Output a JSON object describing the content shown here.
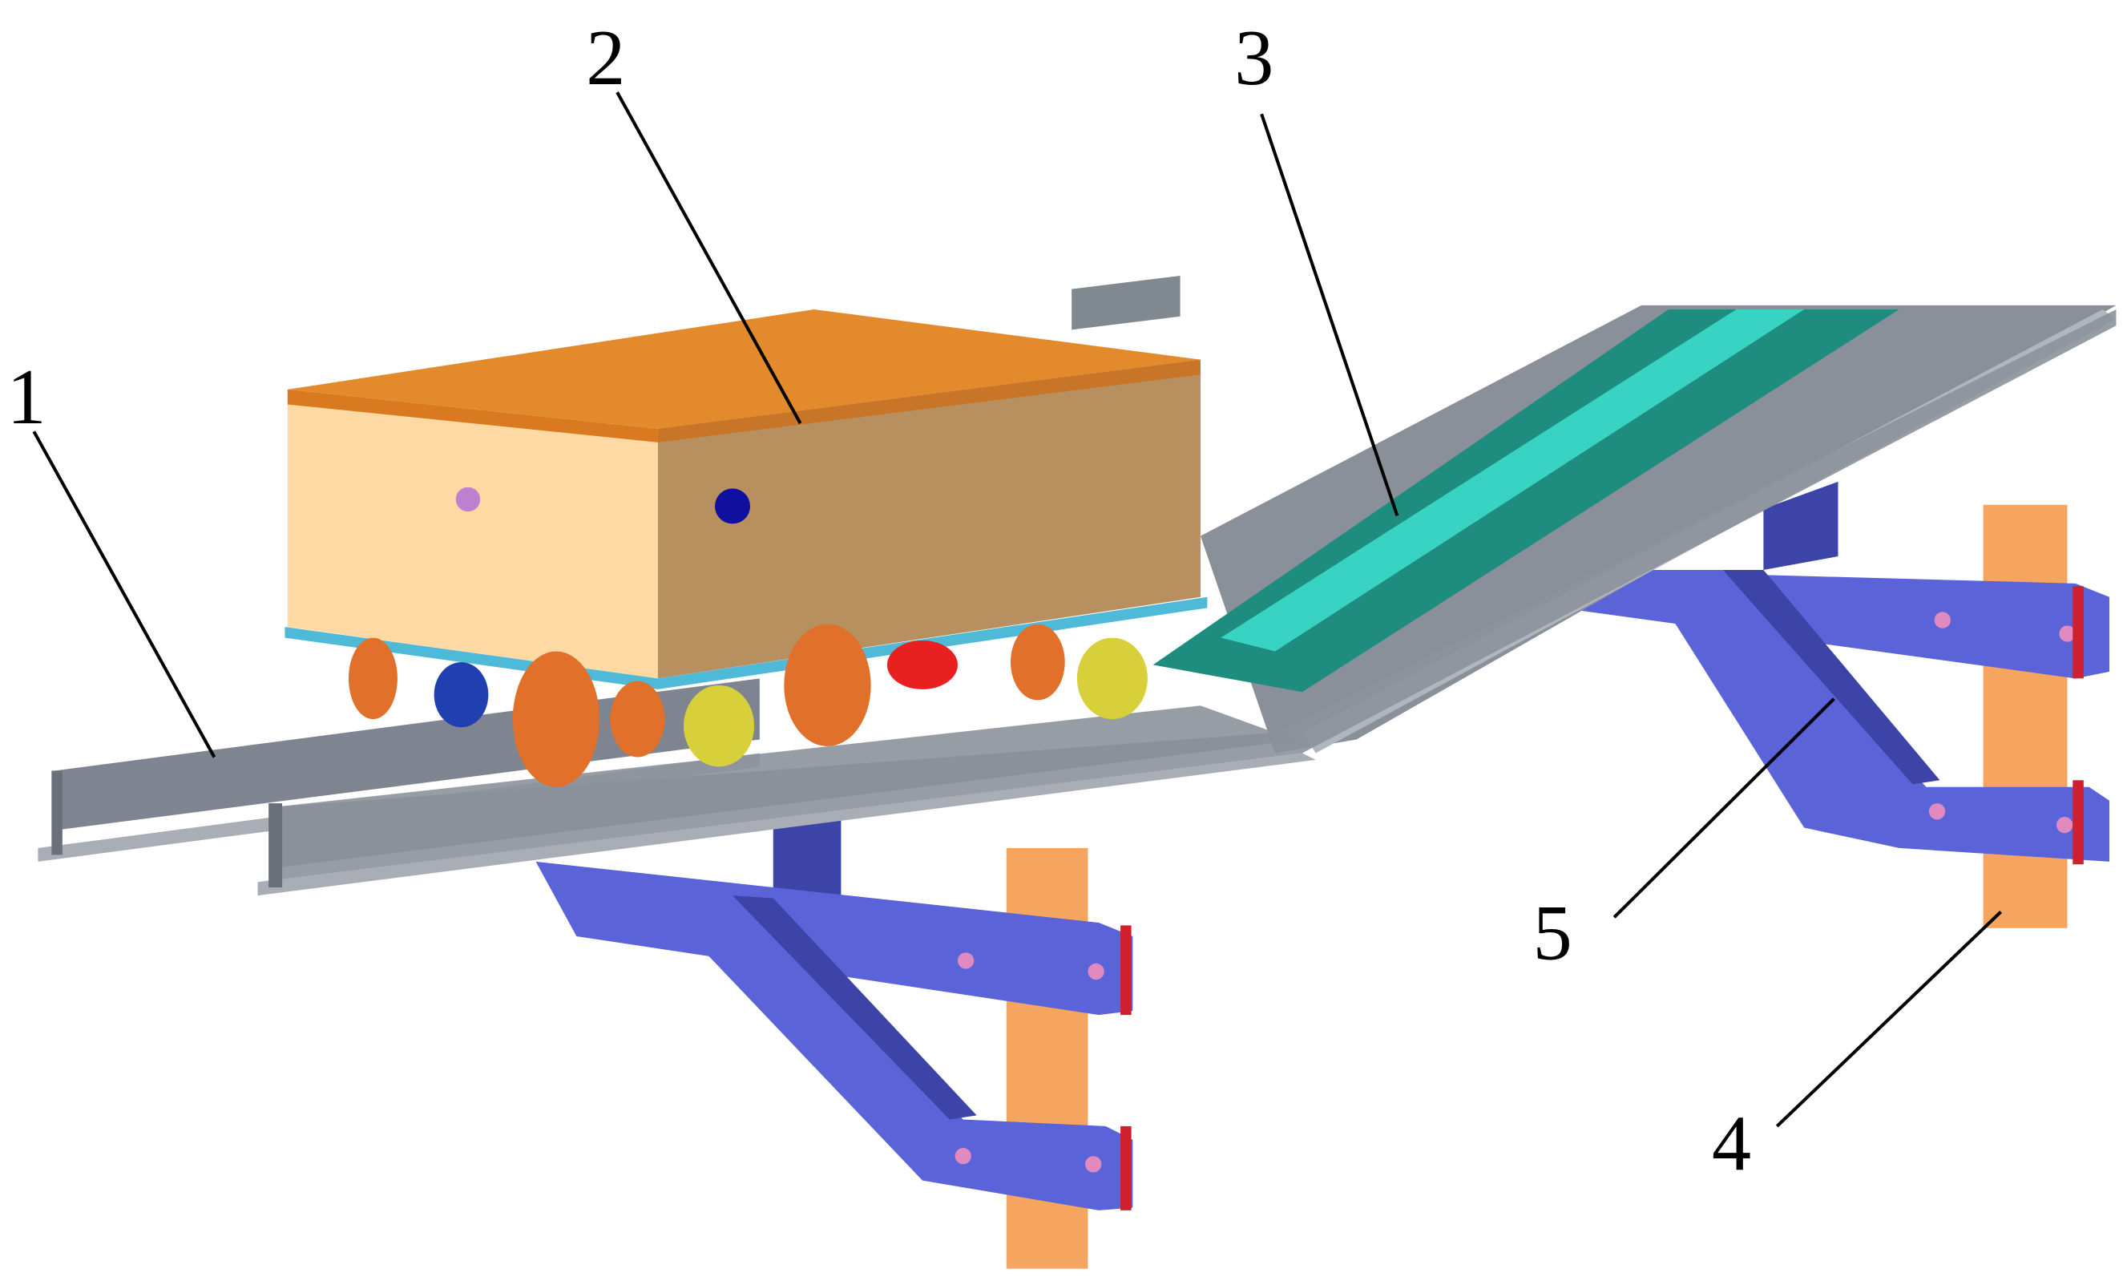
{
  "figure": {
    "callouts": [
      {
        "id": "1",
        "text": "1"
      },
      {
        "id": "2",
        "text": "2"
      },
      {
        "id": "3",
        "text": "3"
      },
      {
        "id": "4",
        "text": "4"
      },
      {
        "id": "5",
        "text": "5"
      }
    ]
  },
  "colors": {
    "box_top": "#E38B2C",
    "box_front": "#FFD9A3",
    "box_side": "#B8905F",
    "rail": "#7F8590",
    "rail_light": "#A9AEB6",
    "ramp_belt": "#1E8C7E",
    "ramp_stripe": "#39D3C4",
    "bracket": "#5A63D8",
    "bracket_dark": "#3C44A8",
    "post": "#F5A560",
    "wheel": "#E0702A",
    "hub": "#D8D03A"
  }
}
